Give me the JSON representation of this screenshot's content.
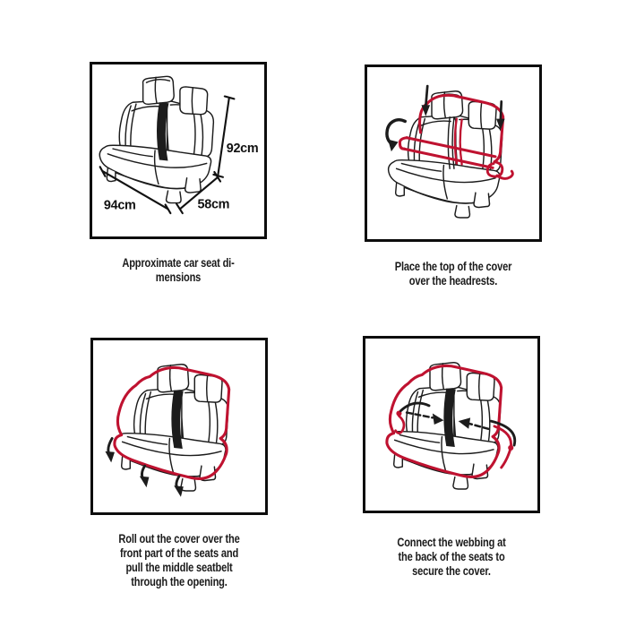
{
  "colors": {
    "red": "#bf1230",
    "black": "#1c1c1c",
    "frame_border": "#0d0d0d"
  },
  "panels": [
    {
      "id": "seat-dimensions",
      "caption": "Approximate car seat di-\nmensions",
      "labels": {
        "height": "92cm",
        "width": "94cm",
        "depth": "58cm"
      }
    },
    {
      "id": "place-cover",
      "caption": "Place the top of the cover\nover the headrests."
    },
    {
      "id": "roll-out-cover",
      "caption": "Roll out the cover over the\nfront part of the seats and\npull the middle seatbelt\nthrough the opening."
    },
    {
      "id": "connect-webbing",
      "caption": "Connect the webbing at\nthe back of the seats to\nsecure the cover."
    }
  ]
}
